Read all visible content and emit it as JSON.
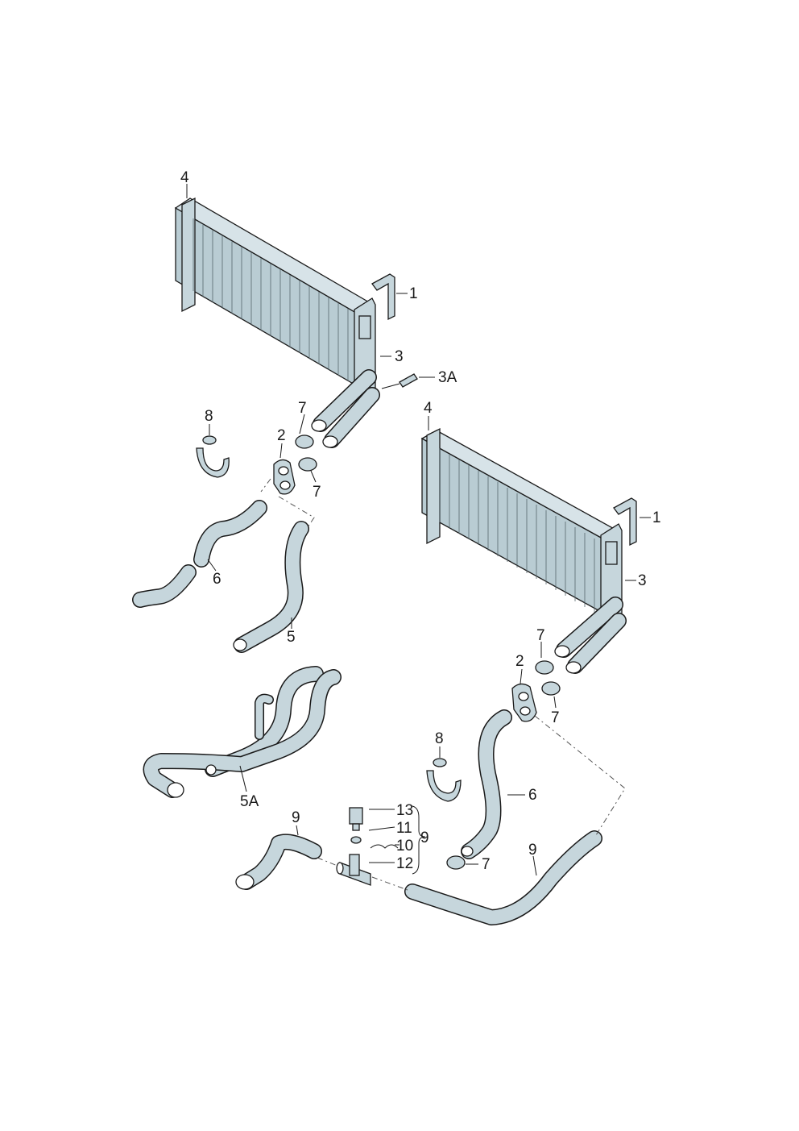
{
  "callouts": {
    "upper": {
      "c4": "4",
      "c1": "1",
      "c3": "3",
      "c3a": "3A",
      "c7a": "7",
      "c7b": "7",
      "c8": "8",
      "c2": "2",
      "c6": "6",
      "c5": "5",
      "c5a": "5A"
    },
    "lower": {
      "c4": "4",
      "c1": "1",
      "c3": "3",
      "c7a": "7",
      "c7b": "7",
      "c2": "2",
      "c8": "8",
      "c6": "6",
      "c7c": "7",
      "c9": "9"
    },
    "center": {
      "c9": "9",
      "c13": "13",
      "c11": "11",
      "c10": "10",
      "c12": "12",
      "c9brace": "9"
    }
  }
}
